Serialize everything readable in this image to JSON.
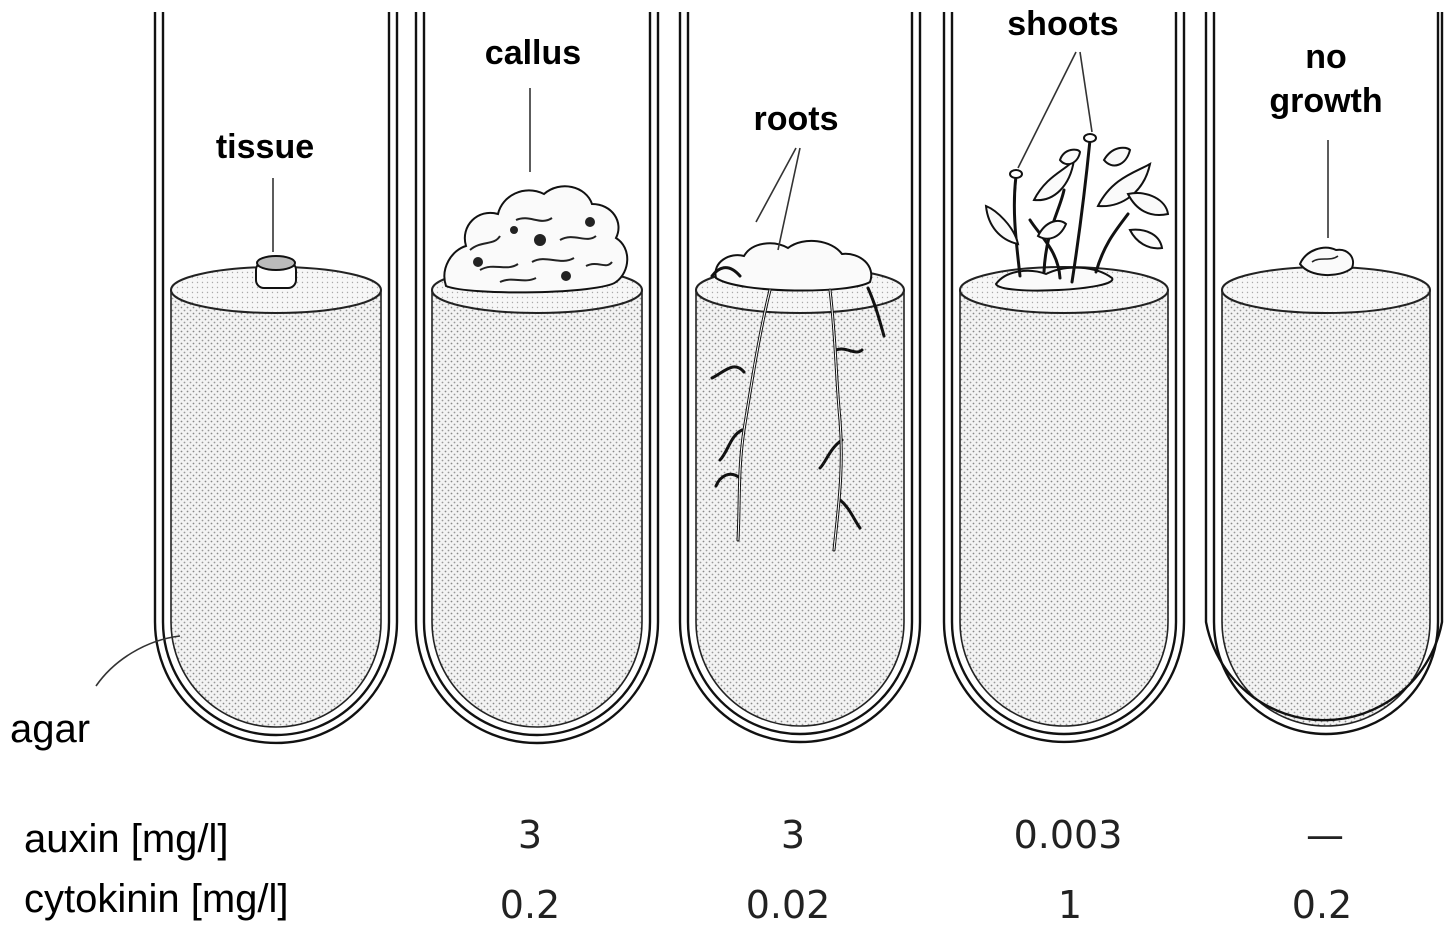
{
  "labels": {
    "tissue": "tissue",
    "callus": "callus",
    "roots": "roots",
    "shoots": "shoots",
    "no_growth_line1": "no",
    "no_growth_line2": "growth",
    "agar": "agar"
  },
  "rows": {
    "auxin_label": "auxin [mg/l]",
    "cytokinin_label": "cytokinin [mg/l]"
  },
  "tubes": [
    {
      "outcome": "tissue",
      "auxin": "",
      "cytokinin": ""
    },
    {
      "outcome": "callus",
      "auxin": "3",
      "cytokinin": "0.2"
    },
    {
      "outcome": "roots",
      "auxin": "3",
      "cytokinin": "0.02"
    },
    {
      "outcome": "shoots",
      "auxin": "0.003",
      "cytokinin": "1"
    },
    {
      "outcome": "no growth",
      "auxin": "—",
      "cytokinin": "0.2"
    }
  ]
}
